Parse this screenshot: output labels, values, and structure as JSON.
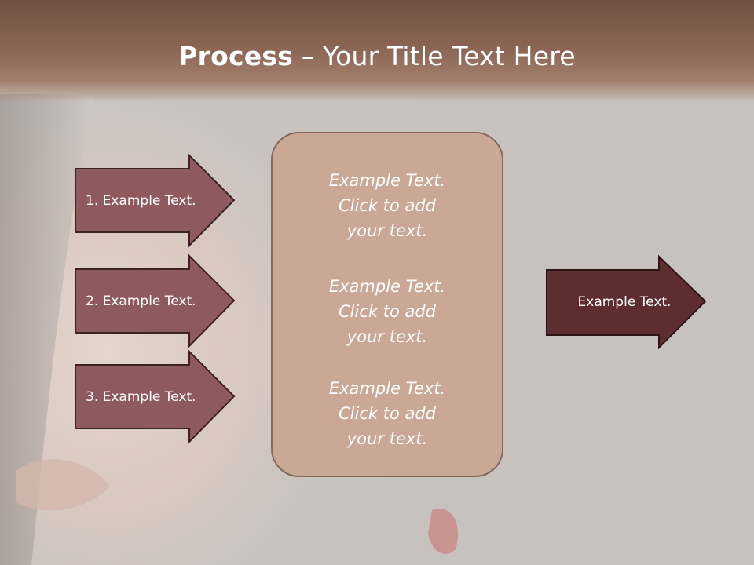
{
  "title": {
    "bold": "Process",
    "rest": " – Your Title Text Here"
  },
  "left_arrows": [
    {
      "label": "1. Example Text."
    },
    {
      "label": "2. Example Text."
    },
    {
      "label": "3. Example Text."
    }
  ],
  "center_box": {
    "blocks": [
      {
        "lines": [
          "Example Text.",
          "Click  to add",
          "your text."
        ]
      },
      {
        "lines": [
          "Example Text.",
          "Click  to add",
          "your text."
        ]
      },
      {
        "lines": [
          "Example Text.",
          "Click  to add",
          "your text."
        ]
      }
    ]
  },
  "right_arrow": {
    "label": "Example Text."
  },
  "colors": {
    "left_arrow_fill": "#8f5a5d",
    "right_arrow_fill": "#5e2d2f",
    "center_box_fill": "#c9a895",
    "header": "#7a5646"
  }
}
